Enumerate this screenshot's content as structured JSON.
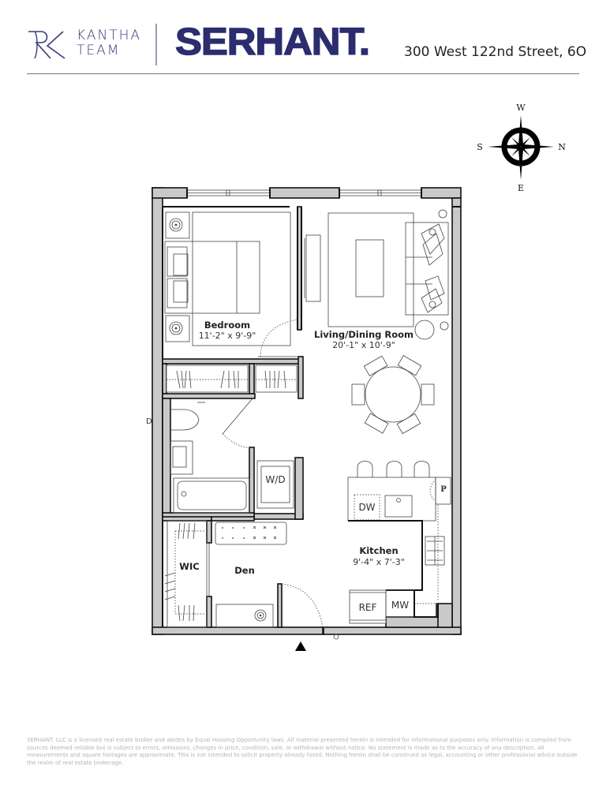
{
  "header": {
    "team_logo_line1": "KANTHA",
    "team_logo_line2": "TEAM",
    "brand": "SERHANT.",
    "address": "300 West 122nd Street, 6O",
    "brand_color": "#2b2d6e"
  },
  "compass": {
    "top": "W",
    "left": "S",
    "right": "N",
    "bottom": "E"
  },
  "rooms": {
    "bedroom": {
      "name": "Bedroom",
      "dimensions": "11'-2\" x 9'-9\""
    },
    "living": {
      "name": "Living/Dining Room",
      "dimensions": "20'-1\" x 10'-9\""
    },
    "kitchen": {
      "name": "Kitchen",
      "dimensions": "9'-4\" x 7'-3\""
    },
    "wic": {
      "name": "WIC"
    },
    "den": {
      "name": "Den"
    }
  },
  "appliances": {
    "washer_dryer": "W/D",
    "dishwasher": "DW",
    "pantry": "P",
    "refrigerator": "REF",
    "microwave": "MW",
    "side_mark": "D"
  },
  "disclaimer": "SERHANT. LLC is a licensed real estate broker and abides by Equal Housing Opportunity laws. All material presented herein is intended for informational purposes only. Information is compiled from sources deemed  reliable but is subject to errors, omissions, changes in price, condition, sale, or withdrawal without notice. No statement is made as to the accuracy of any description. All measurements and square footages are approximate. This is not intended to solicit property already listed. Nothing herein shall be construed as legal, accounting or other professional advice outside the realm of real estate brokerage."
}
